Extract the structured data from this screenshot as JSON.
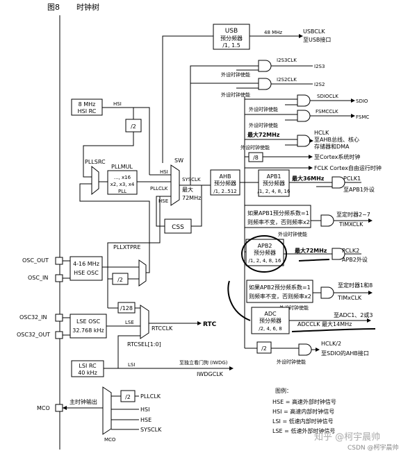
{
  "figure": {
    "label": "图8",
    "title": "时钟树"
  },
  "blocks": {
    "usb": {
      "l1": "USB",
      "l2": "预分频器",
      "l3": "/1, 1.5"
    },
    "hsi_rc": {
      "l1": "8 MHz",
      "l2": "HSI RC"
    },
    "hse_osc": {
      "l1": "4-16 MHz",
      "l2": "HSE OSC"
    },
    "lse_osc": {
      "l1": "LSE OSC",
      "l2": "32.768 kHz"
    },
    "lsi_rc": {
      "l1": "LSI RC",
      "l2": "40 kHz"
    },
    "pll": {
      "l1": "..., x16",
      "l2": "x2, x3, x4",
      "l3": "PLL"
    },
    "ahb": {
      "l1": "AHB",
      "l2": "预分频器",
      "l3": "/1, 2..512"
    },
    "apb1": {
      "l1": "APB1",
      "l2": "预分频器",
      "l3": "/1, 2, 4, 8, 16"
    },
    "apb2": {
      "l1": "APB2",
      "l2": "预分频器",
      "l3": "/1, 2, 4, 8, 16"
    },
    "adc": {
      "l1": "ADC",
      "l2": "预分频器",
      "l3": "/2, 4, 6, 8"
    },
    "css": "CSS",
    "div2_hsi": "/2",
    "div2_hse": "/2",
    "div128": "/128",
    "div8": "/8",
    "div2_sdio": "/2",
    "div2_mco": "/2"
  },
  "labels": {
    "hsi": "HSI",
    "hsi_sw": "HSI",
    "hse_sw": "HSE",
    "pllsrc": "PLLSRC",
    "pllmul": "PLLMUL",
    "pllclk": "PLLCLK",
    "sw": "SW",
    "sysclk": "SYSCLK",
    "max72": "最大",
    "max72b": "72MHz",
    "pllxtpre": "PLLXTPRE",
    "osc_out": "OSC_OUT",
    "osc_in": "OSC_IN",
    "osc32_in": "OSC32_IN",
    "osc32_out": "OSC32_OUT",
    "lse": "LSE",
    "lsi": "LSI",
    "rtcclk": "RTCCLK",
    "rtcsel": "RTCSEL[1:0]",
    "rtc": "RTC",
    "iwdg_note": "至独立看门狗 (IWDG)",
    "iwdgclk": "IWDGCLK",
    "mco": "MCO",
    "mco_label": "主时钟输出",
    "mco_sel": "MCO",
    "mco_pllclk": "PLLCLK",
    "mco_hsi": "HSI",
    "mco_hse": "HSE",
    "mco_sysclk": "SYSCLK",
    "usb_48": "48 MHz",
    "usbclk": "USBCLK",
    "usb_to": "至USB接口",
    "i2s3clk": "I2S3CLK",
    "i2s3": "I2S3",
    "i2s2clk": "I2S2CLK",
    "i2s2": "I2S2",
    "per_en": "外设时钟使能",
    "sdioclk": "SDIOCLK",
    "sdio": "SDIO",
    "fsmcclk": "FSMCCLK",
    "fsmc": "FSMC",
    "max72mhz": "最大72MHz",
    "hclk": "HCLK",
    "hclk_to1": "至AHB总线、核心",
    "hclk_to2": "存储器和DMA",
    "cortex": "至Cortex系统时钟",
    "fclk": "FCLK Cortex自由运行时钟",
    "max36": "最大36MHz",
    "pclk1": "PCLK1",
    "pclk1_to": "至APB1外设",
    "note1a": "如果APB1预分频系数=1",
    "note1b": "则频率不变，否则频率x2",
    "tim27": "至定时器2~7",
    "timxclk": "TIMXCLK",
    "max72c": "最大72MHz",
    "pclk2": "PCLK2",
    "pclk2_to": "APB2外设",
    "note2a": "如果APB2预分频系数=1",
    "note2b": "则频率不变，否则频率x2",
    "tim18": "至定时器1和8",
    "timxclk2": "TIMxCLK",
    "adc_to": "至ADC1、2或3",
    "adcclk": "ADCCLK 最大14MHz",
    "hclk2": "HCLK/2",
    "sdio_ahb": "至SDIO的AHB接口"
  },
  "legend": {
    "title": "图例：",
    "items": [
      "HSE = 高速外部时钟信号",
      "HSI = 高速内部时钟信号",
      "LSI = 低速内部时钟信号",
      "LSE = 低速外部时钟信号"
    ]
  },
  "watermark": "知乎 @柯宇晨帅",
  "watermark2": "CSDN @柯宇晨帅"
}
